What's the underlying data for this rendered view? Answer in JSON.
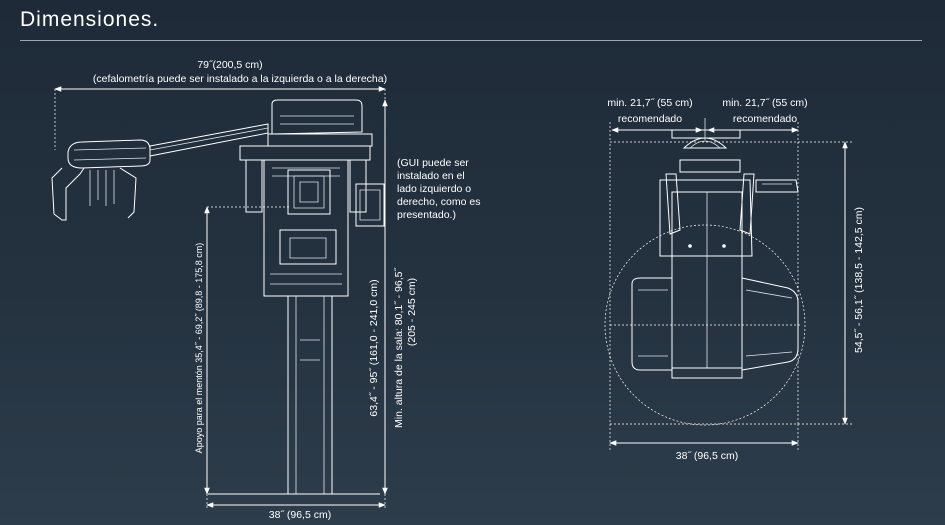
{
  "page": {
    "title": "Dimensiones."
  },
  "side_view": {
    "width_total": "79˝(200,5 cm)",
    "cephalo_note": "(cefalometría puede ser instalado a la izquierda o a la derecha)",
    "gui_note_lines": [
      "(GUI puede ser",
      "instalado en el",
      "lado izquierdo o",
      "derecho, como es",
      "presentado.)"
    ],
    "chin_rest": "Apoyo para el mentón 35,4˝ - 69,2˝ (89,8 - 175,8 cm)",
    "height_range": "63,4˝ - 95˝ (161,0 - 241,0 cm)",
    "room_height": "Min. altura de la sala: 80,1˝ - 96,5˝",
    "room_height_cm": "(205 - 245 cm)",
    "base_width": "38˝ (96,5 cm)"
  },
  "top_view": {
    "clearance_left": "min. 21,7˝ (55 cm)",
    "clearance_left_sub": "recomendado",
    "clearance_right": "min. 21,7˝ (55 cm)",
    "clearance_right_sub": "recomendado",
    "depth": "54,5˝ - 56,1˝ (138,5 - 142,5 cm)",
    "width": "38˝ (96,5 cm)"
  }
}
